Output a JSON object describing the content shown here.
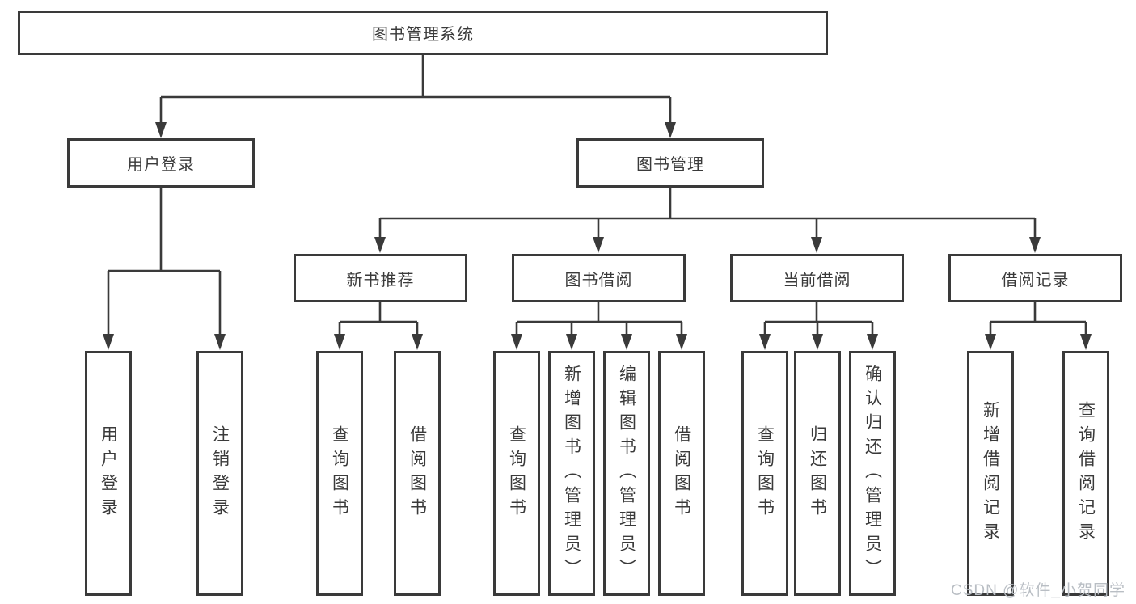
{
  "diagram": {
    "root": "图书管理系统",
    "level2": [
      "用户登录",
      "图书管理"
    ],
    "level3": [
      "新书推荐",
      "图书借阅",
      "当前借阅",
      "借阅记录"
    ],
    "leaves": {
      "user_login": [
        "用户登录",
        "注销登录"
      ],
      "new_book_recommend": [
        "查询图书",
        "借阅图书"
      ],
      "book_borrow": [
        "查询图书",
        "新增图书（管理员）",
        "编辑图书（管理员）",
        "借阅图书"
      ],
      "current_borrow": [
        "查询图书",
        "归还图书",
        "确认归还（管理员）"
      ],
      "borrow_record": [
        "新增借阅记录",
        "查询借阅记录"
      ]
    }
  },
  "watermark": "CSDN @软件_小贺同学",
  "colors": {
    "line": "#3a3a3a",
    "box_background": "#ffffff",
    "text": "#3a3a3a",
    "watermark": "#b9bec4"
  }
}
